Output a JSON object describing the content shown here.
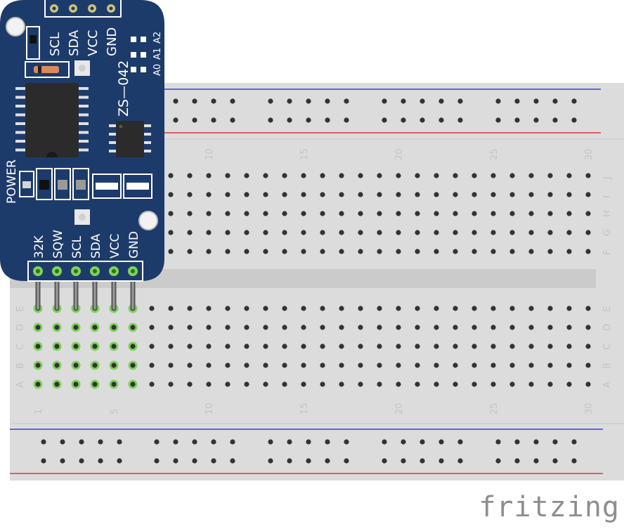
{
  "breadboard": {
    "columns": 30,
    "column_labels": [
      "1",
      "5",
      "10",
      "15",
      "20",
      "25",
      "30"
    ],
    "upper_row_labels": [
      "J",
      "I",
      "H",
      "G",
      "F"
    ],
    "lower_row_labels": [
      "E",
      "D",
      "C",
      "B",
      "A"
    ],
    "active_columns": [
      1,
      2,
      3,
      4,
      5,
      6
    ],
    "colors": {
      "board": "#dcdcdc",
      "hole": "#333333",
      "active": "#7dd35a",
      "rail_red": "#d9363e",
      "rail_blue": "#3044d8"
    }
  },
  "module": {
    "name": "ZS—042",
    "top_pins": [
      "SCL",
      "SDA",
      "VCC",
      "GND"
    ],
    "addr_labels": [
      "A0",
      "A1",
      "A2"
    ],
    "power_label": "POWER",
    "bottom_pins": [
      "32K",
      "SQW",
      "SCL",
      "SDA",
      "VCC",
      "GND"
    ],
    "color": "#1d3b6a"
  },
  "brand": "fritzing"
}
